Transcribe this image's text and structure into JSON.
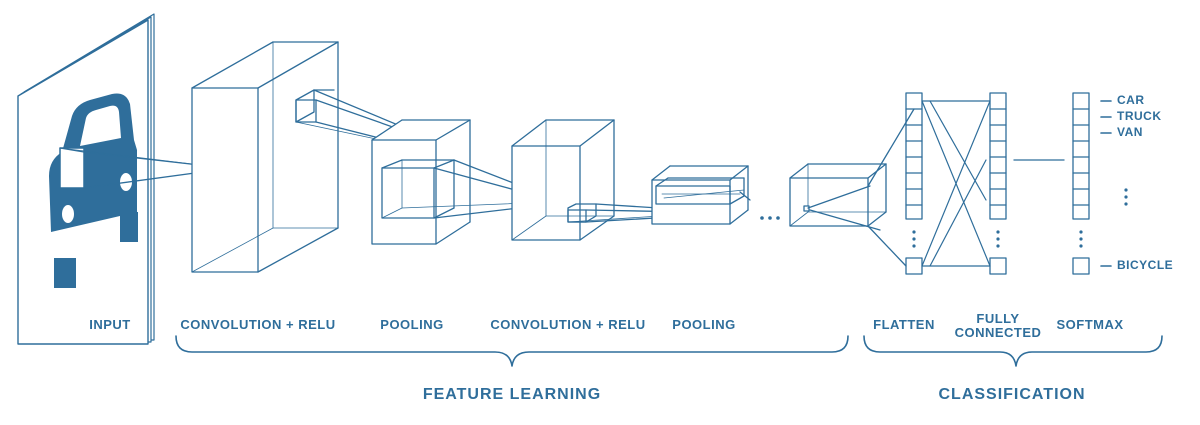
{
  "colors": {
    "stroke": "#2f6e9b",
    "fill": "#2f6e9b",
    "text": "#2f6e9b",
    "background": "#ffffff"
  },
  "labels": {
    "input": "INPUT",
    "conv1": "CONVOLUTION + RELU",
    "pool1": "POOLING",
    "conv2": "CONVOLUTION + RELU",
    "pool2": "POOLING",
    "flatten": "FLATTEN",
    "fully_connected": [
      "FULLY",
      "CONNECTED"
    ],
    "softmax": "SOFTMAX"
  },
  "groups": {
    "feature_learning": "FEATURE LEARNING",
    "classification": "CLASSIFICATION"
  },
  "classes": [
    "CAR",
    "TRUCK",
    "VAN",
    "BICYCLE"
  ],
  "ellipsis": "...",
  "input_image": "car-icon"
}
